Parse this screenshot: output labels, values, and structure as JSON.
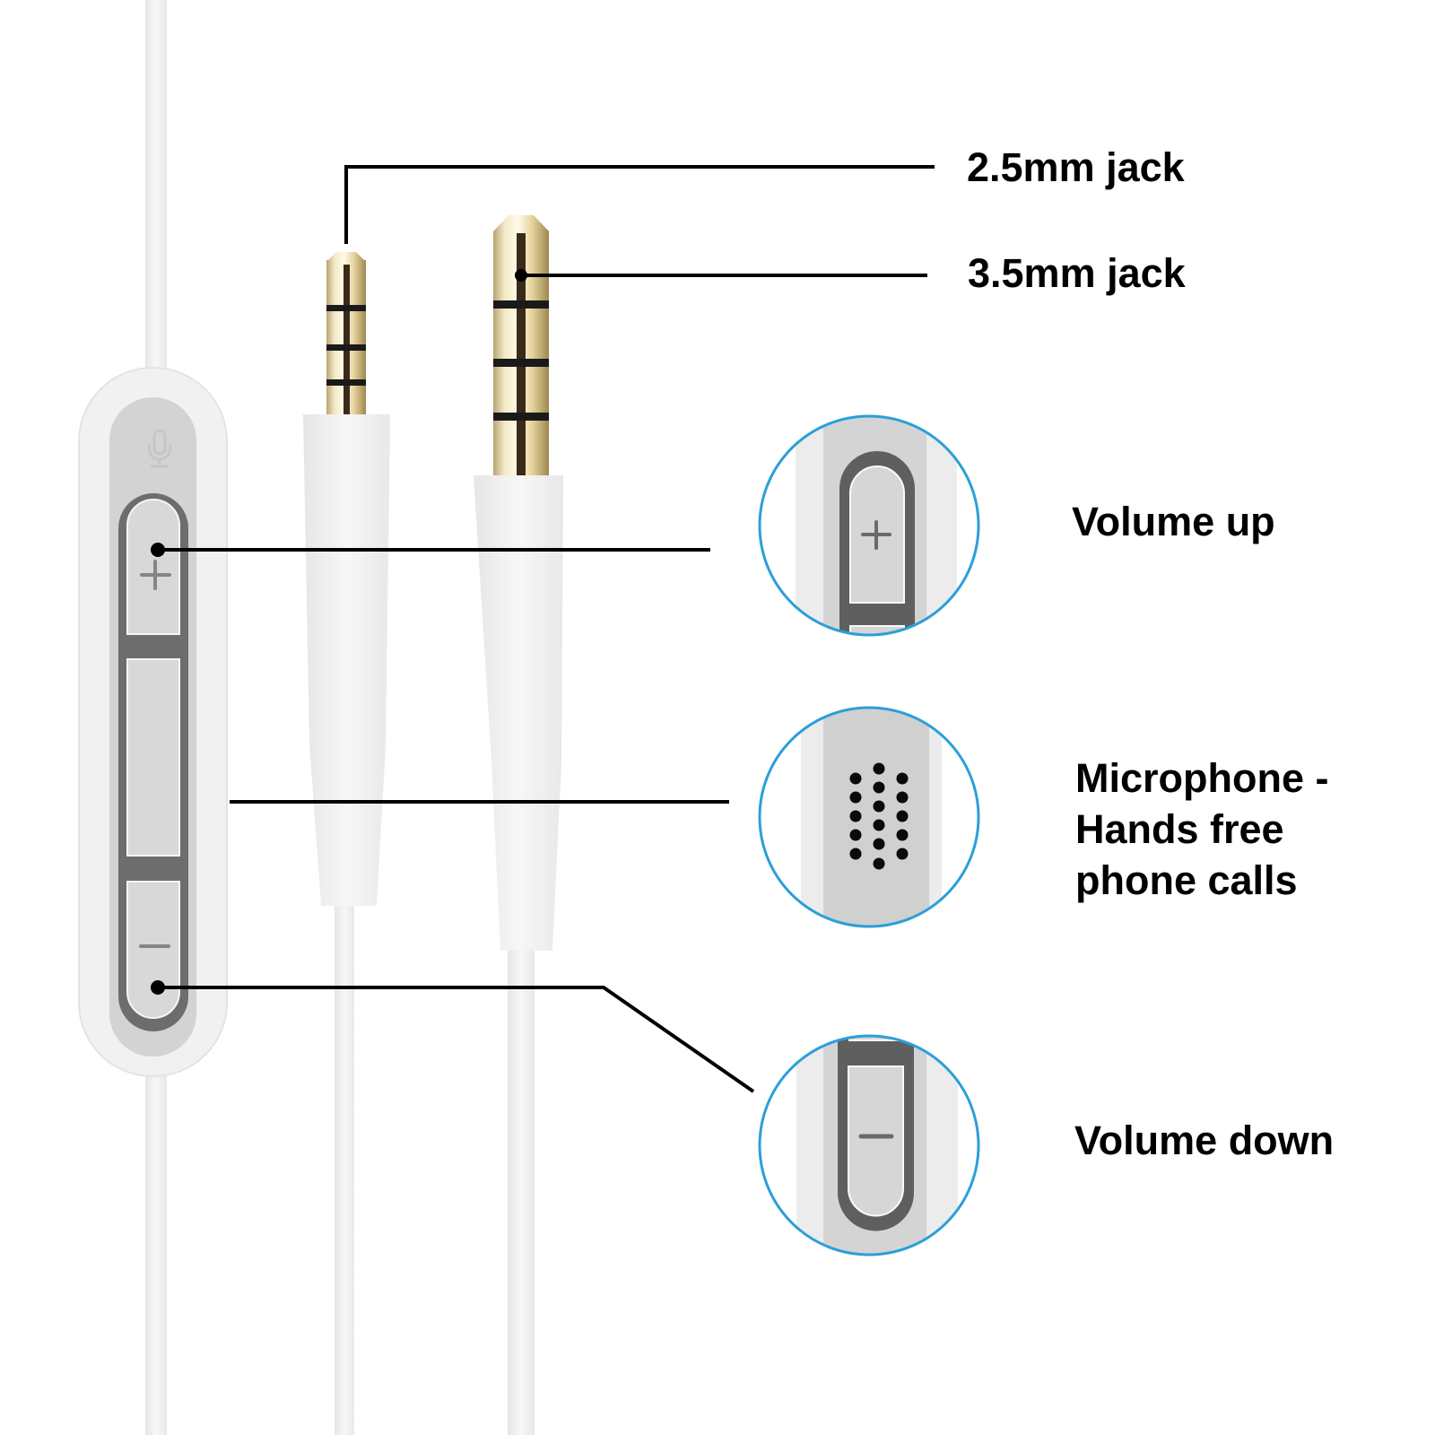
{
  "product": {
    "description": "White headphone replacement cable with in-line remote and microphone",
    "colors": {
      "cable": "#f4f4f4",
      "remote_body": "#f2f2f2",
      "remote_panel": "#d4d4d4",
      "button_frame": "#6b6b6b",
      "button_face": "#d9d9d9",
      "plug_gold": "#e8d9a8",
      "plug_ring": "#1a1a1a",
      "callout_line": "#000000",
      "callout_circle": "#2b9fd9"
    }
  },
  "labels": {
    "jack_2_5": "2.5mm jack",
    "jack_3_5": "3.5mm jack",
    "volume_up": "Volume up",
    "microphone": [
      "Microphone -",
      "Hands free",
      "phone calls"
    ],
    "volume_down": "Volume down"
  },
  "icons": {
    "mic": "microphone-icon",
    "plus": "plus-icon",
    "minus": "minus-icon",
    "mic_grille": "microphone-grille-icon"
  }
}
